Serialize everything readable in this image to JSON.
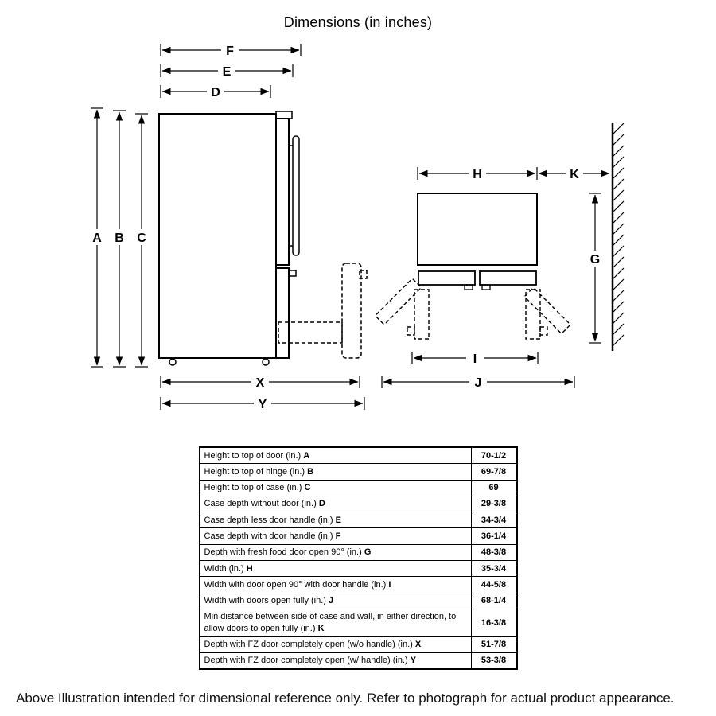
{
  "title": "Dimensions (in inches)",
  "footer": "Above Illustration intended for dimensional reference only. Refer to photograph for actual product appearance.",
  "diagram": {
    "labels": {
      "A": "A",
      "B": "B",
      "C": "C",
      "D": "D",
      "E": "E",
      "F": "F",
      "G": "G",
      "H": "H",
      "I": "I",
      "J": "J",
      "K": "K",
      "X": "X",
      "Y": "Y"
    }
  },
  "table": {
    "rows": [
      {
        "label": "Height to top of door (in.)",
        "letter": "A",
        "value": "70-1/2"
      },
      {
        "label": "Height to top of hinge (in.)",
        "letter": "B",
        "value": "69-7/8"
      },
      {
        "label": "Height to top of case (in.)",
        "letter": "C",
        "value": "69"
      },
      {
        "label": "Case depth without door (in.)",
        "letter": "D",
        "value": "29-3/8"
      },
      {
        "label": "Case depth less door handle (in.)",
        "letter": "E",
        "value": "34-3/4"
      },
      {
        "label": "Case depth with door handle (in.)",
        "letter": "F",
        "value": "36-1/4"
      },
      {
        "label": "Depth with fresh food door open 90° (in.)",
        "letter": "G",
        "value": "48-3/8"
      },
      {
        "label": "Width (in.)",
        "letter": "H",
        "value": "35-3/4"
      },
      {
        "label": "Width with door open 90° with door handle (in.)",
        "letter": "I",
        "value": "44-5/8"
      },
      {
        "label": "Width with doors open fully (in.)",
        "letter": "J",
        "value": "68-1/4"
      },
      {
        "label": "Min distance between side of case and wall, in either direction, to allow doors to open fully (in.)",
        "letter": "K",
        "value": "16-3/8"
      },
      {
        "label": "Depth with FZ door completely open (w/o handle) (in.)",
        "letter": "X",
        "value": "51-7/8"
      },
      {
        "label": "Depth with FZ door completely open (w/ handle) (in.)",
        "letter": "Y",
        "value": "53-3/8"
      }
    ]
  }
}
